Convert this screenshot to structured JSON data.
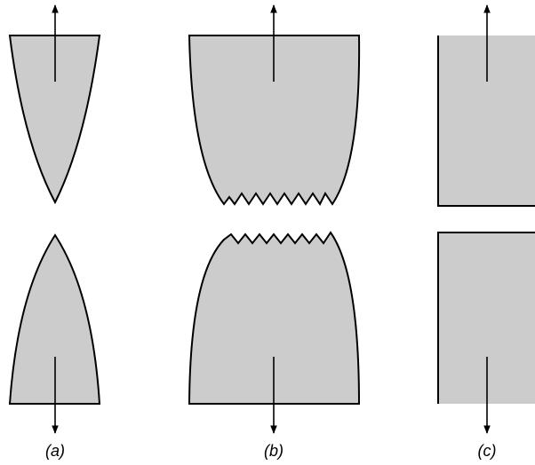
{
  "panels": [
    {
      "id": "a",
      "label": "(a)"
    },
    {
      "id": "b",
      "label": "(b)"
    },
    {
      "id": "c",
      "label": "(c)"
    }
  ],
  "colors": {
    "fill": "#cccccc",
    "outline": "#000000",
    "arrow": "#000000",
    "background": "#ffffff"
  }
}
